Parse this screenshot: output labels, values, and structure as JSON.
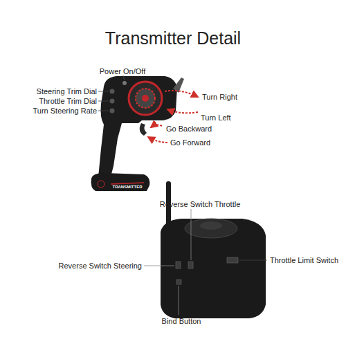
{
  "diagram": {
    "title": "Transmitter Detail",
    "labels": [
      "Power On/Off",
      "Steering Trim Dial",
      "Throttle Trim Dial",
      "Turn Steering Rate",
      "Turn Right",
      "Turn Left",
      "Go Backward",
      "Go Forward",
      "TRANSMITTER",
      "Reverse Switch Throttle",
      "Reverse Switch Steering",
      "Throttle Limit Switch",
      "Bind Button"
    ]
  }
}
